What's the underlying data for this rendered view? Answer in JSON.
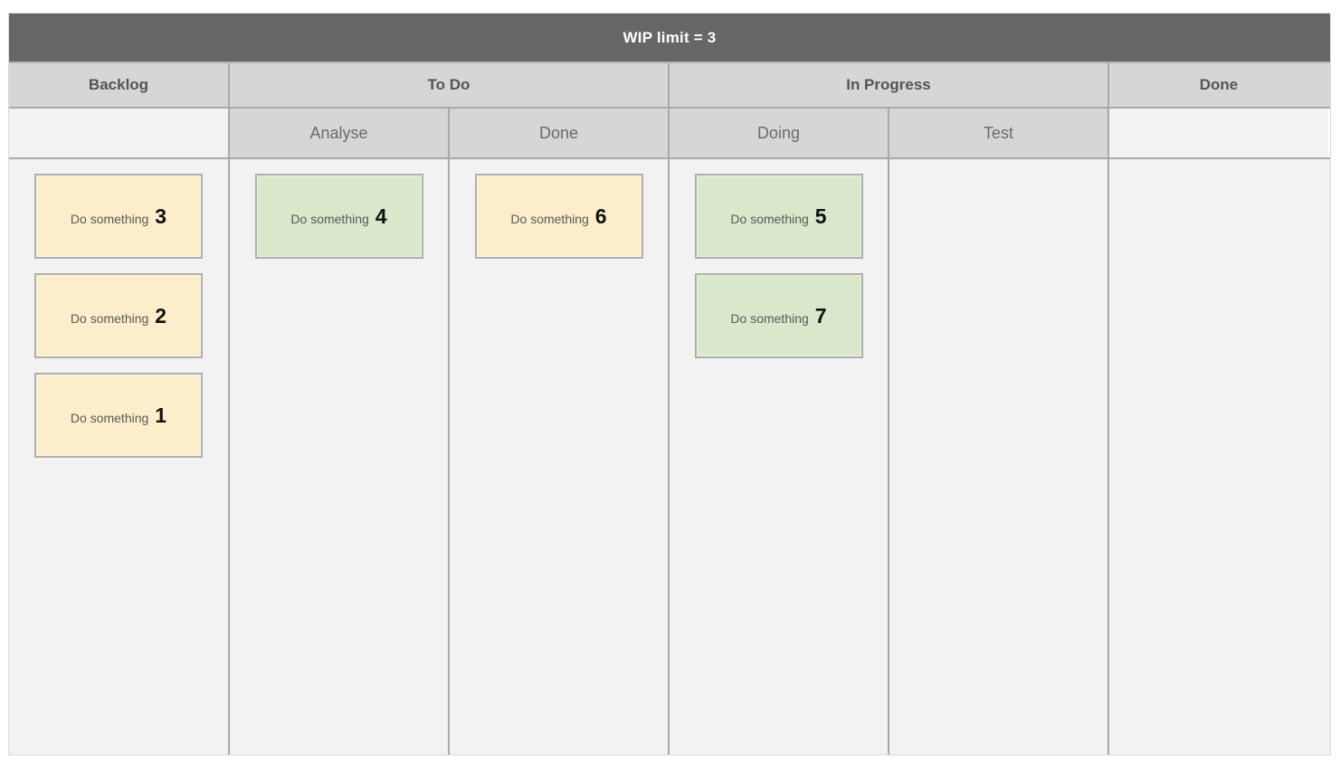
{
  "banner": {
    "label": "WIP limit = 3"
  },
  "colors": {
    "banner_bg": "#666666",
    "header_bg": "#d6d6d6",
    "lane_bg": "#f2f2f2",
    "border": "#a8a8a8",
    "card_yellow": "#fceecb",
    "card_green": "#d9e8ca",
    "card_border": "#aeaeae",
    "header_text": "#555555",
    "subheader_text": "#6b6b6b"
  },
  "columns": [
    {
      "label": "Backlog"
    },
    {
      "label": "To Do"
    },
    {
      "label": "In Progress"
    },
    {
      "label": "Done"
    }
  ],
  "subcolumns": [
    {
      "label": "Analyse"
    },
    {
      "label": "Done"
    },
    {
      "label": "Doing"
    },
    {
      "label": "Test"
    }
  ],
  "lanes": [
    {
      "name": "backlog",
      "cards": [
        {
          "text": "Do something",
          "number": "3",
          "color": "yellow"
        },
        {
          "text": "Do something",
          "number": "2",
          "color": "yellow"
        },
        {
          "text": "Do something",
          "number": "1",
          "color": "yellow"
        }
      ]
    },
    {
      "name": "todo-analyse",
      "cards": [
        {
          "text": "Do something",
          "number": "4",
          "color": "green"
        }
      ]
    },
    {
      "name": "todo-done",
      "cards": [
        {
          "text": "Do something",
          "number": "6",
          "color": "yellow"
        }
      ]
    },
    {
      "name": "inprogress-doing",
      "cards": [
        {
          "text": "Do something",
          "number": "5",
          "color": "green"
        },
        {
          "text": "Do something",
          "number": "7",
          "color": "green"
        }
      ]
    },
    {
      "name": "inprogress-test",
      "cards": []
    },
    {
      "name": "done",
      "cards": []
    }
  ]
}
